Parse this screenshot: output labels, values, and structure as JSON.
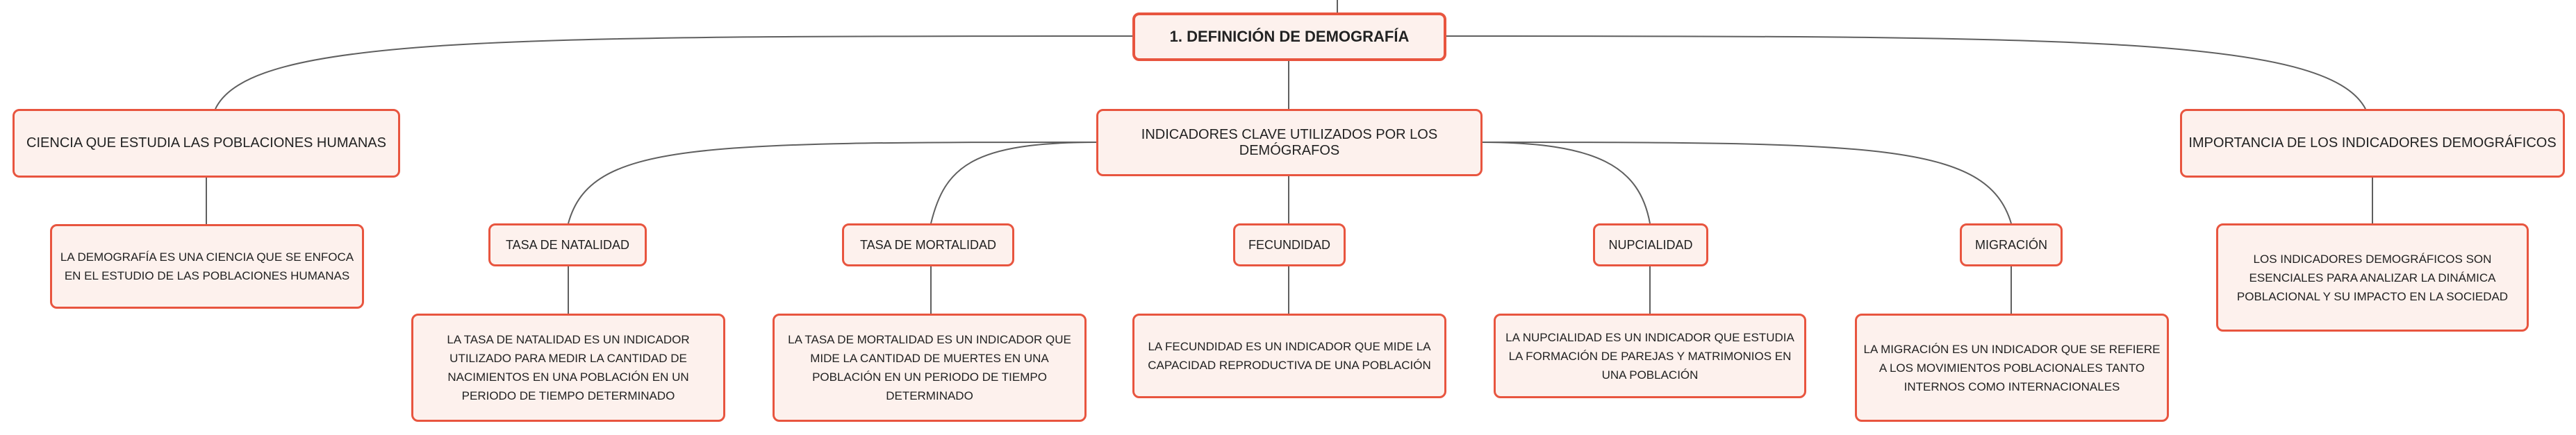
{
  "root": {
    "label": "1. DEFINICIÓN DE DEMOGRAFÍA"
  },
  "left_branch": {
    "label": "CIENCIA QUE ESTUDIA LAS POBLACIONES HUMANAS",
    "detail": "LA DEMOGRAFÍA ES UNA CIENCIA QUE SE ENFOCA EN EL ESTUDIO DE LAS POBLACIONES HUMANAS"
  },
  "center_branch": {
    "label": "INDICADORES CLAVE UTILIZADOS POR LOS DEMÓGRAFOS",
    "indicators": [
      {
        "label": "TASA DE NATALIDAD",
        "detail": "LA TASA DE NATALIDAD ES UN INDICADOR UTILIZADO PARA MEDIR LA CANTIDAD DE NACIMIENTOS EN UNA POBLACIÓN EN UN PERIODO DE TIEMPO DETERMINADO"
      },
      {
        "label": "TASA DE MORTALIDAD",
        "detail": "LA TASA DE MORTALIDAD ES UN INDICADOR QUE MIDE LA CANTIDAD DE MUERTES EN UNA POBLACIÓN EN UN PERIODO DE TIEMPO DETERMINADO"
      },
      {
        "label": "FECUNDIDAD",
        "detail": "LA FECUNDIDAD ES UN INDICADOR QUE MIDE LA CAPACIDAD REPRODUCTIVA DE UNA POBLACIÓN"
      },
      {
        "label": "NUPCIALIDAD",
        "detail": "LA NUPCIALIDAD ES UN INDICADOR QUE ESTUDIA LA FORMACIÓN DE PAREJAS Y MATRIMONIOS EN UNA POBLACIÓN"
      },
      {
        "label": "MIGRACIÓN",
        "detail": "LA MIGRACIÓN ES UN INDICADOR QUE SE REFIERE A LOS MOVIMIENTOS POBLACIONALES TANTO INTERNOS COMO INTERNACIONALES"
      }
    ]
  },
  "right_branch": {
    "label": "IMPORTANCIA DE LOS INDICADORES DEMOGRÁFICOS",
    "detail": "LOS INDICADORES DEMOGRÁFICOS SON ESENCIALES PARA ANALIZAR LA DINÁMICA POBLACIONAL Y SU IMPACTO EN LA SOCIEDAD"
  }
}
